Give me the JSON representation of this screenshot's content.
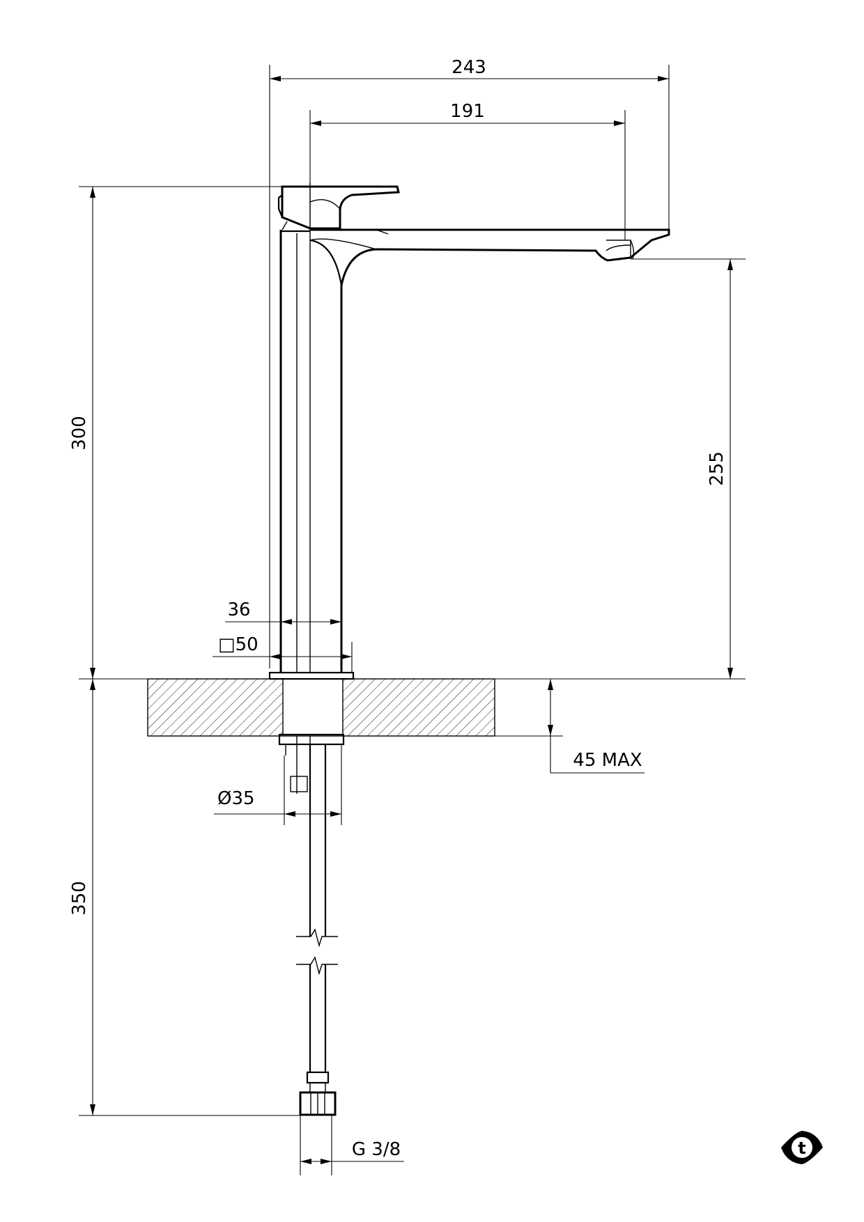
{
  "dimensions": {
    "overall_reach": "243",
    "spout_reach": "191",
    "total_height": "300",
    "spout_height": "255",
    "body_width": "36",
    "base_square": "50",
    "max_deck_thickness": "45 MAX",
    "shank_diameter": "35",
    "hose_length": "350",
    "hose_thread": "G 3/8"
  },
  "symbols": {
    "square": "□",
    "diameter": "Ø"
  },
  "logo": {
    "letter": "t",
    "icon": "brand-logo-icon"
  }
}
